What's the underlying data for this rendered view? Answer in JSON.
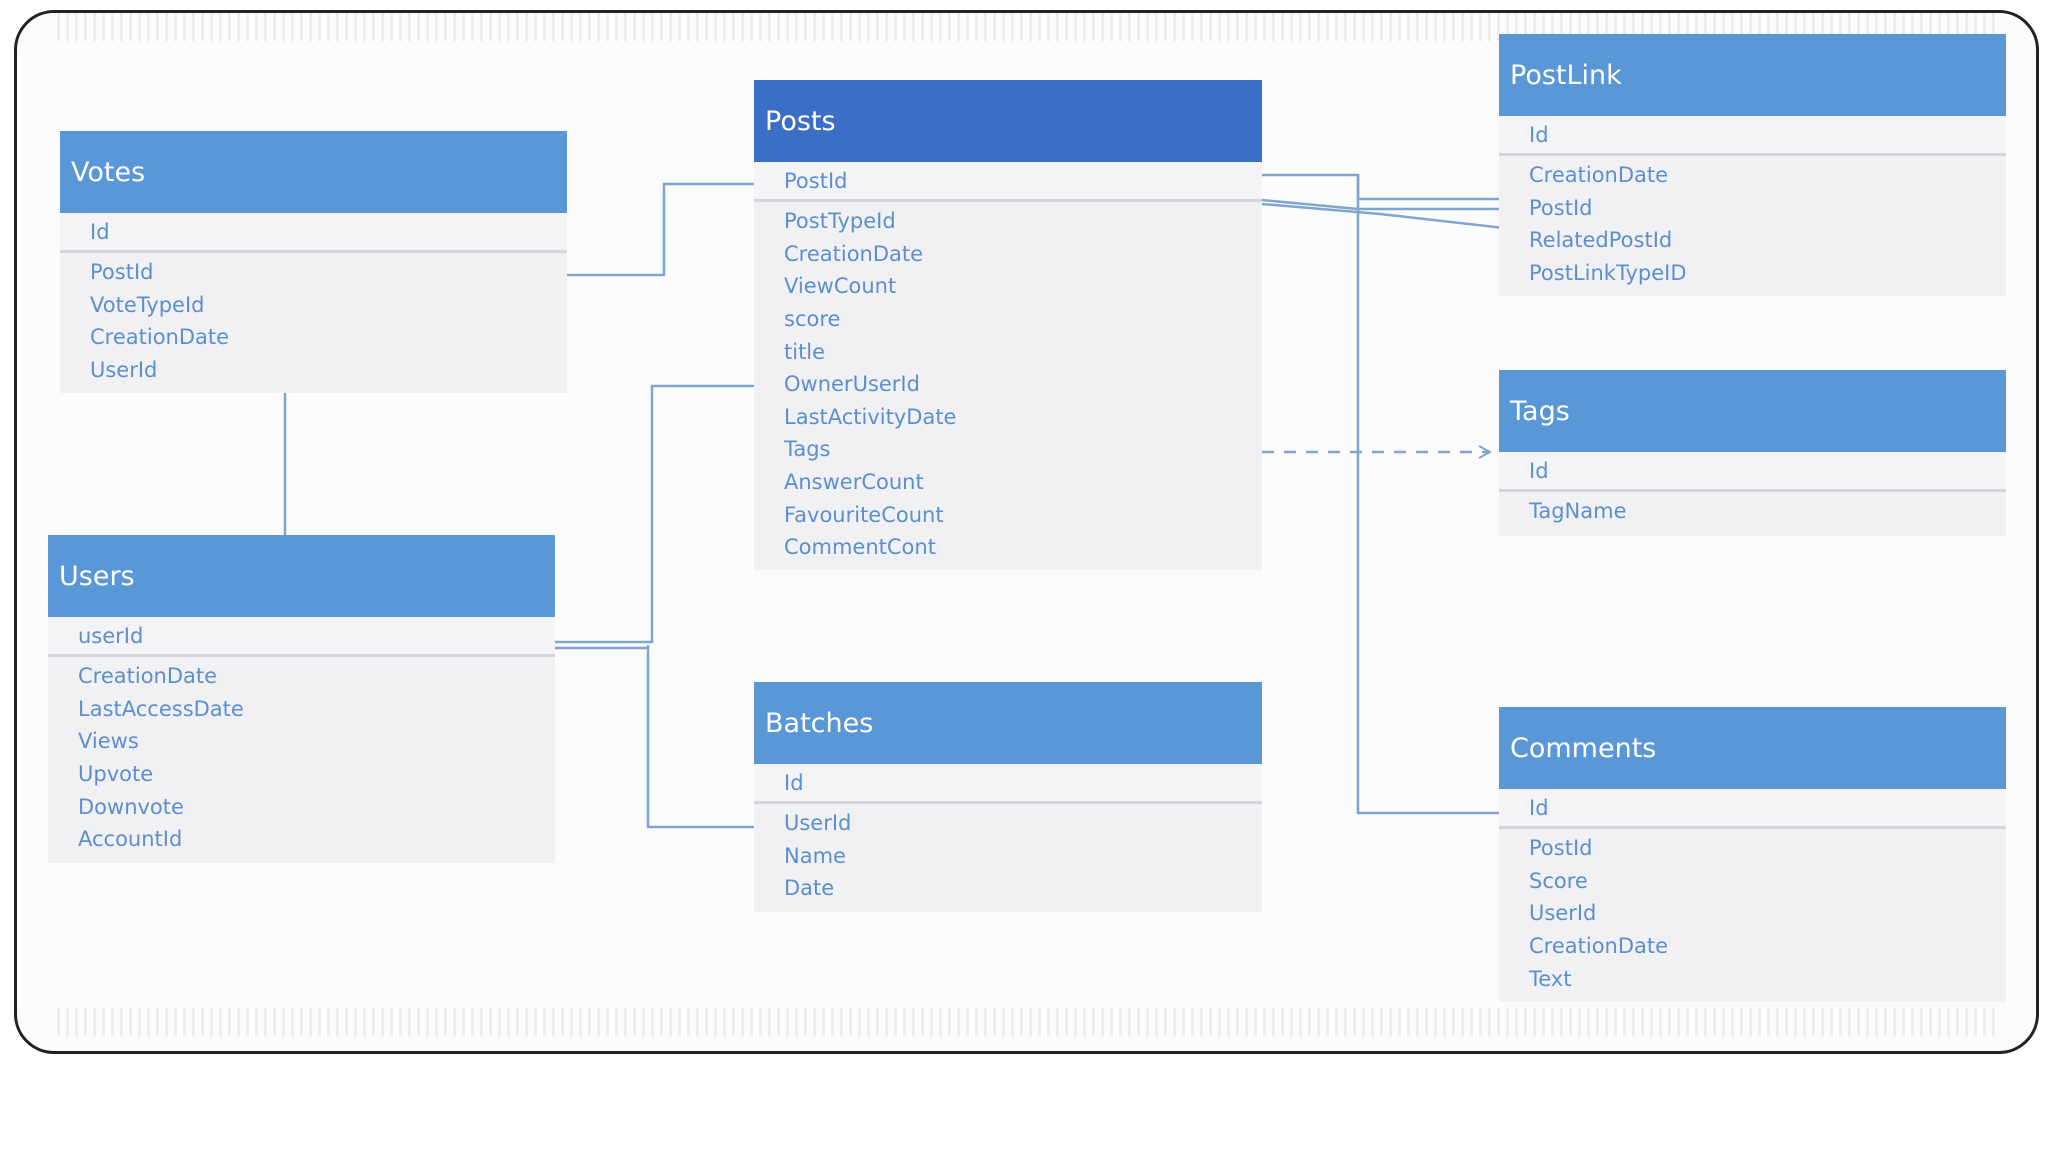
{
  "entities": {
    "votes": {
      "title": "Votes",
      "pk": "Id",
      "fields": [
        "PostId",
        "VoteTypeId",
        "CreationDate",
        "UserId"
      ]
    },
    "users": {
      "title": "Users",
      "pk": "userId",
      "fields": [
        "CreationDate",
        "LastAccessDate",
        "Views",
        "Upvote",
        "Downvote",
        "AccountId"
      ]
    },
    "posts": {
      "title": "Posts",
      "pk": "PostId",
      "fields": [
        "PostTypeId",
        "CreationDate",
        "ViewCount",
        "score",
        "title",
        "OwnerUserId",
        "LastActivityDate",
        "Tags",
        "AnswerCount",
        "FavouriteCount",
        "CommentCont"
      ]
    },
    "batches": {
      "title": "Batches",
      "pk": "Id",
      "fields": [
        "UserId",
        "Name",
        "Date"
      ]
    },
    "postlink": {
      "title": "PostLink",
      "pk": "Id",
      "fields": [
        "CreationDate",
        "PostId",
        "RelatedPostId",
        "PostLinkTypeID"
      ]
    },
    "tags": {
      "title": "Tags",
      "pk": "Id",
      "fields": [
        "TagName"
      ]
    },
    "comments": {
      "title": "Comments",
      "pk": "Id",
      "fields": [
        "PostId",
        "Score",
        "UserId",
        "CreationDate",
        "Text"
      ]
    }
  },
  "colors": {
    "header": "#5a97d6",
    "header_selected": "#3b6fc5",
    "body": "#f1f1f3",
    "text": "#5b8fd0",
    "connector": "#7ea6cf"
  }
}
